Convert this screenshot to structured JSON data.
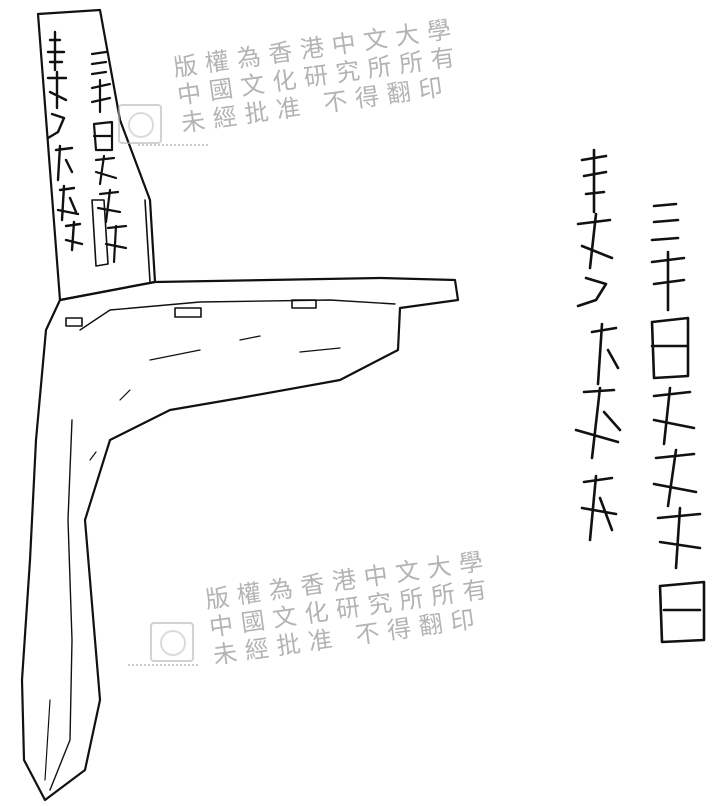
{
  "watermark": {
    "line1": "版權為香港中文大學",
    "line2": "中國文化研究所所有",
    "line3": "未經批准   不得翻印"
  },
  "rubbing_icon": "bronze-dagger-axe-drawing",
  "inscription_right_col1": "車寿步𣪘𣪘比",
  "inscription_right_col2": "三年閔命夫呆焉",
  "colors": {
    "ink": "#111111",
    "watermark": "#9a9a9a"
  }
}
